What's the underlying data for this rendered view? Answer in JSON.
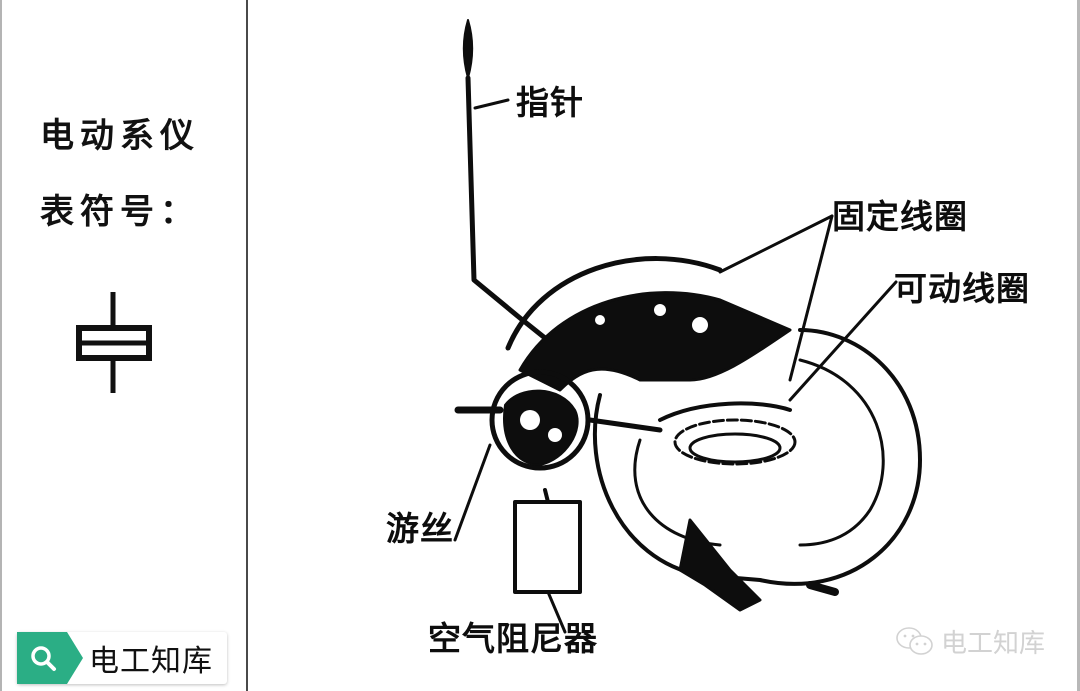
{
  "left_panel": {
    "title_line1": "电动系仪",
    "title_line2": "表符号：",
    "symbol": "electrodynamic-meter-symbol"
  },
  "diagram": {
    "labels": {
      "pointer": "指针",
      "fixed_coil": "固定线圈",
      "moving_coil": "可动线圈",
      "hairspring": "游丝",
      "air_damper": "空气阻尼器"
    },
    "colors": {
      "ink": "#0d0d0d",
      "paper": "#ffffff"
    }
  },
  "search_badge": {
    "icon": "search-icon",
    "text": "电工知库",
    "color": "#2bae85"
  },
  "watermark": {
    "icon": "wechat-icon",
    "text": "电工知库",
    "color": "#d2d2d2"
  }
}
